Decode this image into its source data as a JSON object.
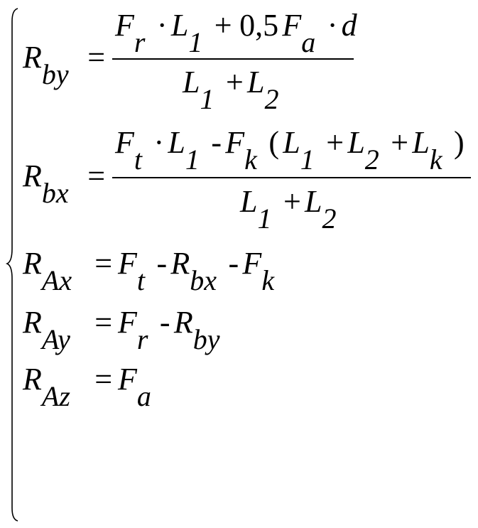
{
  "brace_color": "#000000",
  "equations": [
    {
      "lhs": [
        {
          "b": "R",
          "s": "by"
        }
      ],
      "sign": "=",
      "num": [
        {
          "b": "F",
          "s": "r"
        },
        {
          "o": "·"
        },
        {
          "b": "L",
          "s": "1"
        },
        {
          "o": "+"
        },
        {
          "o": "0,5"
        },
        {
          "b": "F",
          "s": "a"
        },
        {
          "o": "·"
        },
        {
          "b": "d"
        }
      ],
      "den": [
        {
          "b": "L",
          "s": "1"
        },
        {
          "o": "+"
        },
        {
          "b": "L",
          "s": "2"
        }
      ]
    },
    {
      "lhs": [
        {
          "b": "R",
          "s": "bx"
        }
      ],
      "sign": "=",
      "num": [
        {
          "b": "F",
          "s": "t"
        },
        {
          "o": "·"
        },
        {
          "b": "L",
          "s": "1"
        },
        {
          "o": "-"
        },
        {
          "b": "F",
          "s": "k"
        },
        {
          "o": "("
        },
        {
          "b": "L",
          "s": "1"
        },
        {
          "o": "+"
        },
        {
          "b": "L",
          "s": "2"
        },
        {
          "o": "+"
        },
        {
          "b": "L",
          "s": "k"
        },
        {
          "o": ")"
        }
      ],
      "den": [
        {
          "b": "L",
          "s": "1"
        },
        {
          "o": "+"
        },
        {
          "b": "L",
          "s": "2"
        }
      ]
    },
    {
      "lhs": [
        {
          "b": "R",
          "s": "Ax"
        }
      ],
      "sign": "=",
      "rhs": [
        {
          "b": "F",
          "s": "t"
        },
        {
          "o": "-"
        },
        {
          "b": "R",
          "s": "bx"
        },
        {
          "o": "-"
        },
        {
          "b": "F",
          "s": "k"
        }
      ]
    },
    {
      "lhs": [
        {
          "b": "R",
          "s": "Ay"
        }
      ],
      "sign": "=",
      "rhs": [
        {
          "b": "F",
          "s": "r"
        },
        {
          "o": "-"
        },
        {
          "b": "R",
          "s": "by"
        }
      ]
    },
    {
      "lhs": [
        {
          "b": "R",
          "s": "Az"
        }
      ],
      "sign": "=",
      "rhs": [
        {
          "b": "F",
          "s": "a"
        }
      ]
    }
  ]
}
